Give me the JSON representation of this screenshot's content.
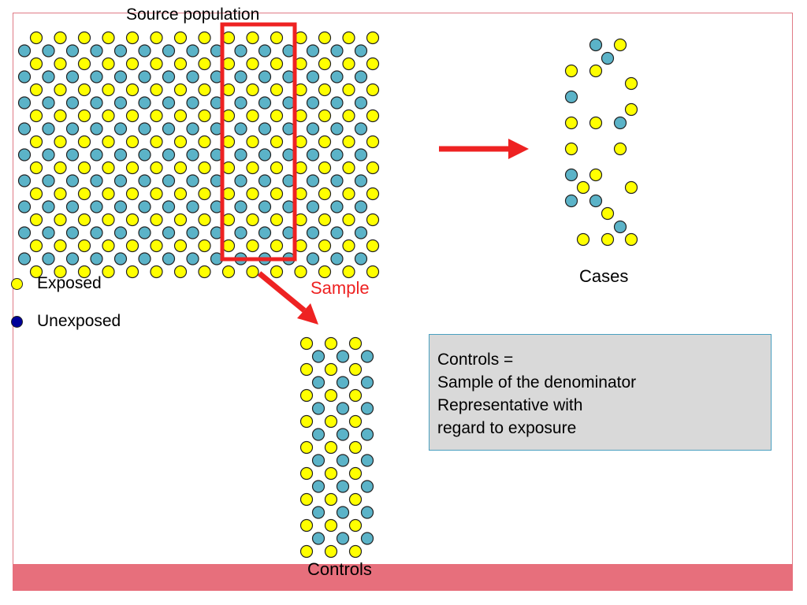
{
  "title": "Source population",
  "legend": {
    "exposed": {
      "label": "Exposed",
      "color": "#ffff00"
    },
    "unexposed": {
      "label": "Unexposed",
      "color": "#000099"
    }
  },
  "labels": {
    "sample": "Sample",
    "cases": "Cases",
    "controls": "Controls"
  },
  "note_lines": [
    "Controls =",
    "Sample of the denominator",
    "Representative with",
    "regard to exposure"
  ],
  "colors": {
    "exposed": "#ffff00",
    "unexposed": "#5bb3c8",
    "highlight": "#ee2222",
    "footer": "#e76f7c",
    "sample_text": "#ee2222"
  }
}
